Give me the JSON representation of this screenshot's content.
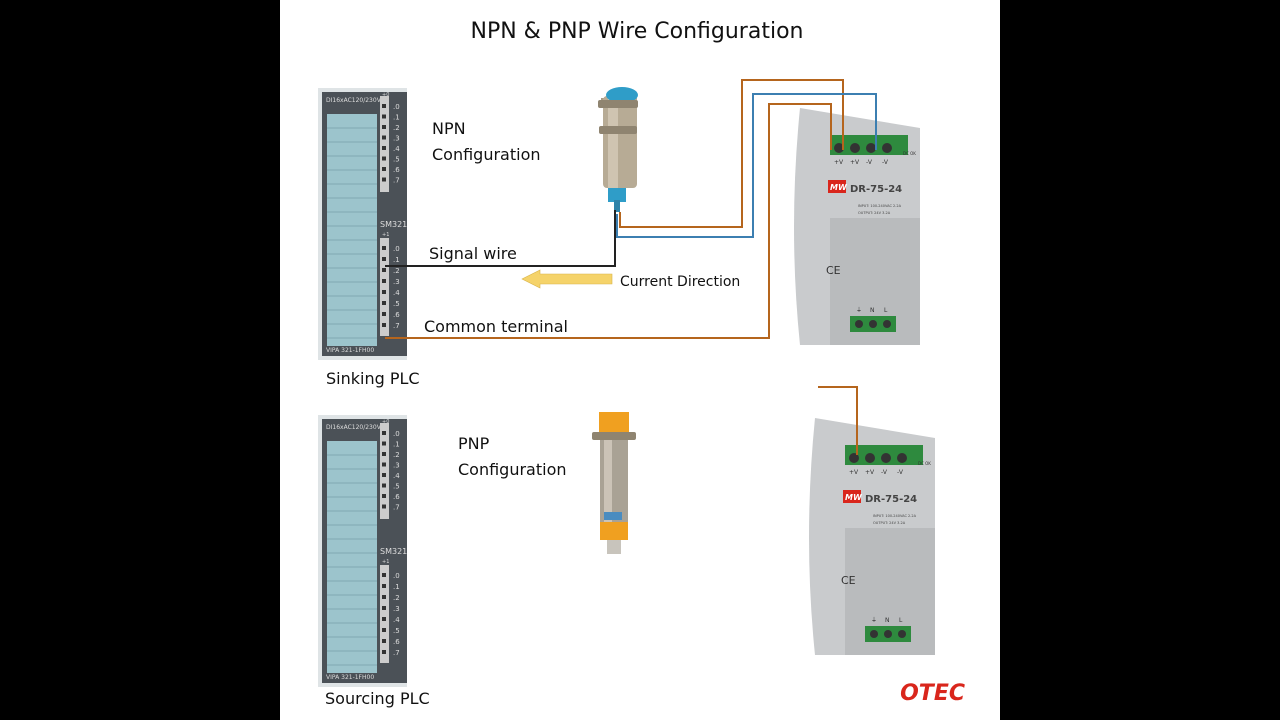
{
  "title": "NPN & PNP Wire Configuration",
  "npn": {
    "label_line1": "NPN",
    "label_line2": "Configuration",
    "signal_wire": "Signal wire",
    "current_direction": "Current Direction",
    "common_terminal": "Common terminal",
    "plc_caption": "Sinking PLC"
  },
  "pnp": {
    "label_line1": "PNP",
    "label_line2": "Configuration",
    "plc_caption": "Sourcing PLC"
  },
  "plc": {
    "model_text": "DI16xAC120/230V",
    "module_text": "SM321",
    "part_text": "VIPA 321-1FH00",
    "group0": "+0",
    "group1": "+1",
    "channels": [
      ".0",
      ".1",
      ".2",
      ".3",
      ".4",
      ".5",
      ".6",
      ".7"
    ]
  },
  "psu": {
    "brand": "MW",
    "model": "DR-75-24",
    "terminals": [
      "+V",
      "+V",
      "-V",
      "-V"
    ],
    "dc_ok": "DC OK",
    "input": "INPUT: 100-240VAC 2.2A",
    "output": "OUTPUT: 24V 3.2A",
    "ce": "CE",
    "ac_terminals": [
      "⏚",
      "N",
      "L"
    ]
  },
  "logo": "OTEC",
  "colors": {
    "orange_wire": "#b5651d",
    "blue_wire": "#3c7fb1",
    "signal_wire": "#222222",
    "arrow": "#f5d36a",
    "npn_sensor_cap": "#2f9dc8",
    "pnp_sensor_cap": "#f0a020",
    "logo_red": "#d9261c"
  }
}
